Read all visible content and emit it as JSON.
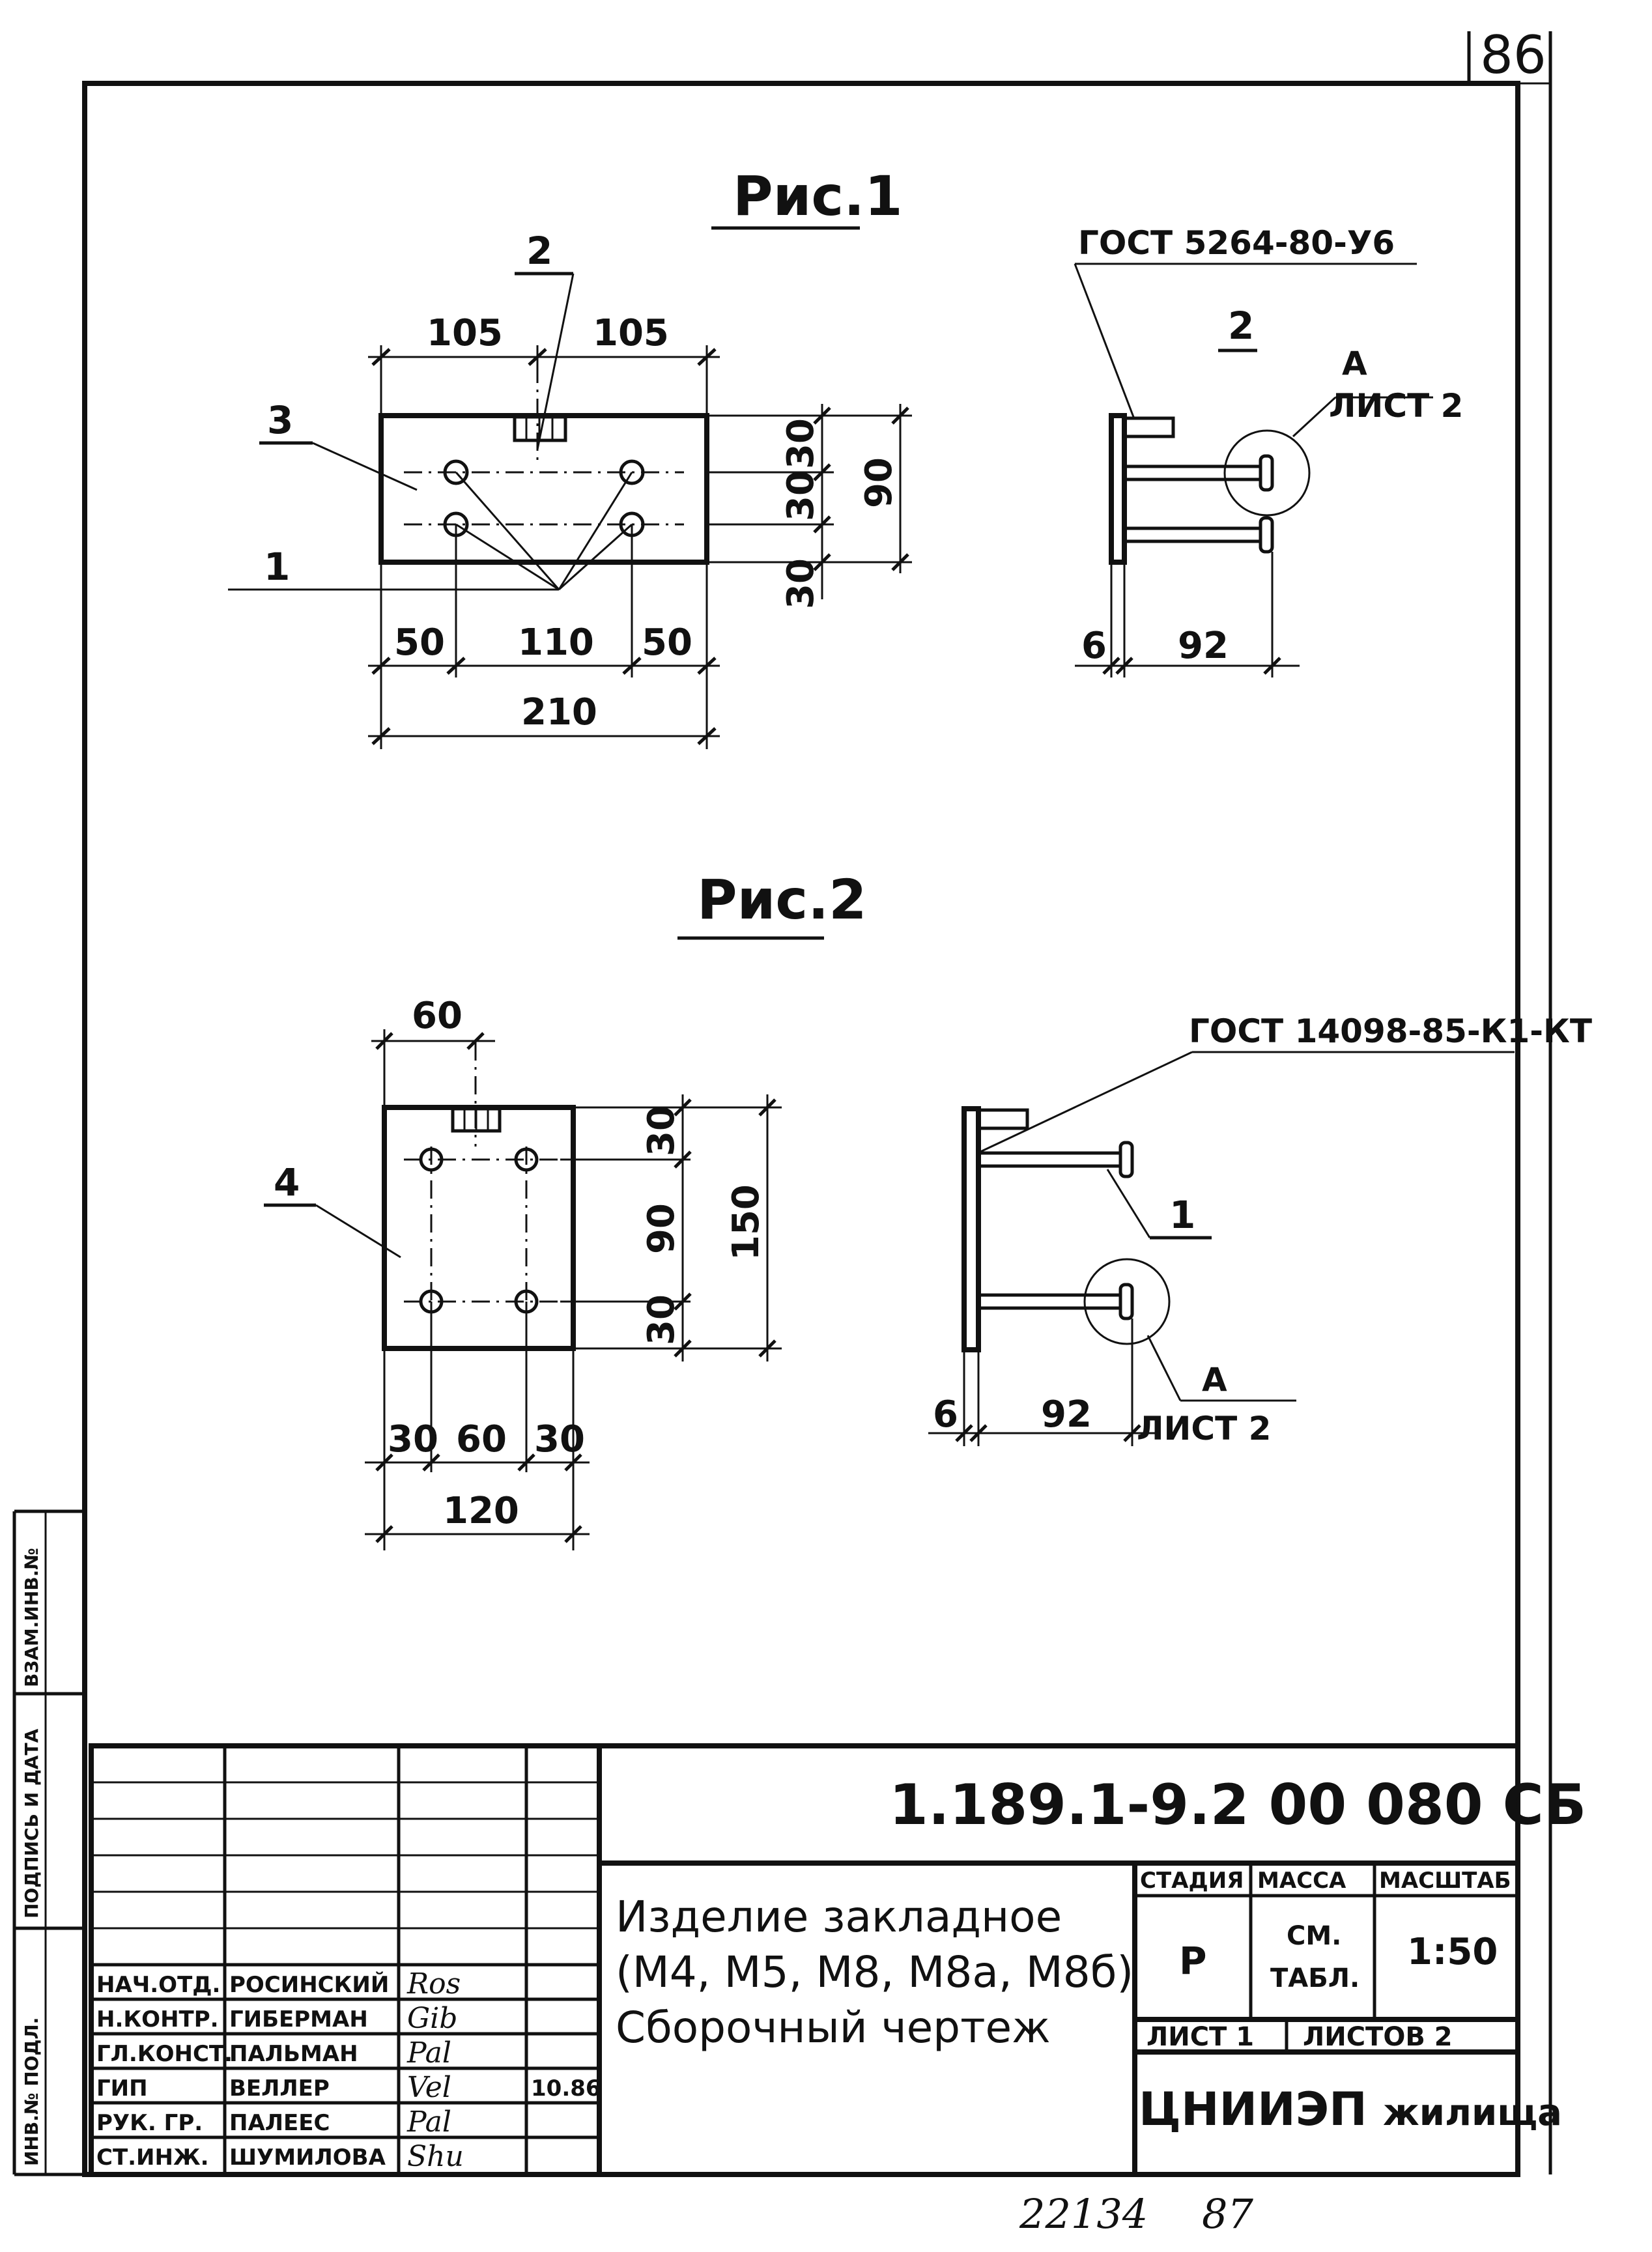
{
  "page_number": "86",
  "figure1": {
    "title": "Рис.1",
    "front": {
      "dim_top_left": "105",
      "dim_top_right": "105",
      "dim_bottom_left": "50",
      "dim_bottom_mid": "110",
      "dim_bottom_right": "50",
      "dim_total_width": "210",
      "dim_right_1": "30",
      "dim_right_2": "30",
      "dim_right_3": "30",
      "dim_total_height": "90",
      "ref_2": "2",
      "ref_3": "3",
      "ref_1": "1"
    },
    "side": {
      "gost": "ГОСТ 5264-80-У6",
      "ref_2": "2",
      "detail_letter": "А",
      "detail_sheet": "ЛИСТ 2",
      "dim_plate": "6",
      "dim_length": "92"
    }
  },
  "figure2": {
    "title": "Рис.2",
    "front": {
      "dim_top": "60",
      "dim_right_1": "30",
      "dim_right_2": "90",
      "dim_right_3": "30",
      "dim_total_height": "150",
      "dim_bottom_left": "30",
      "dim_bottom_mid": "60",
      "dim_bottom_right": "30",
      "dim_total_width": "120",
      "ref_4": "4"
    },
    "side": {
      "gost": "ГОСТ 14098-85-К1-КТ",
      "ref_1": "1",
      "detail_letter": "А",
      "detail_sheet": "ЛИСТ 2",
      "dim_plate": "6",
      "dim_length": "92"
    }
  },
  "side_labels": {
    "inv_orig": "ИНВ.№ ПОДЛ.",
    "sign_date": "ПОДПИСЬ И ДАТА",
    "inv_repl": "ВЗАМ.ИНВ.№"
  },
  "title_block": {
    "document_code": "1.189.1-9.2  00 080 СБ",
    "name_line1": "Изделие закладное",
    "name_line2": "(М4, М5, М8, М8а, М8б)",
    "name_line3": "Сборочный чертеж",
    "headers": {
      "stage": "СТАДИЯ",
      "mass": "МАССА",
      "scale": "МАСШТАБ"
    },
    "stage": "Р",
    "mass_line1": "СМ.",
    "mass_line2": "ТАБЛ.",
    "scale": "1:50",
    "sheet": "ЛИСТ 1",
    "sheets_total": "ЛИСТОВ 2",
    "organization_part1": "ЦНИИЭП",
    "organization_part2": "жилища",
    "date": "10.86",
    "signatories": [
      {
        "role": "НАЧ.ОТД.",
        "name": "РОСИНСКИЙ",
        "sign": "Ros"
      },
      {
        "role": "Н.КОНТР.",
        "name": "ГИБЕРМАН",
        "sign": "Gib"
      },
      {
        "role": "ГЛ.КОНСТ.",
        "name": "ПАЛЬМАН",
        "sign": "Pal"
      },
      {
        "role": "ГИП",
        "name": "ВЕЛЛЕР",
        "sign": "Vel"
      },
      {
        "role": "РУК. ГР.",
        "name": "ПАЛЕЕС",
        "sign": "Pal"
      },
      {
        "role": "СТ.ИНЖ.",
        "name": "ШУМИЛОВА",
        "sign": "Shu"
      }
    ]
  },
  "footer": {
    "archive_number": "22134",
    "page_note": "87"
  }
}
